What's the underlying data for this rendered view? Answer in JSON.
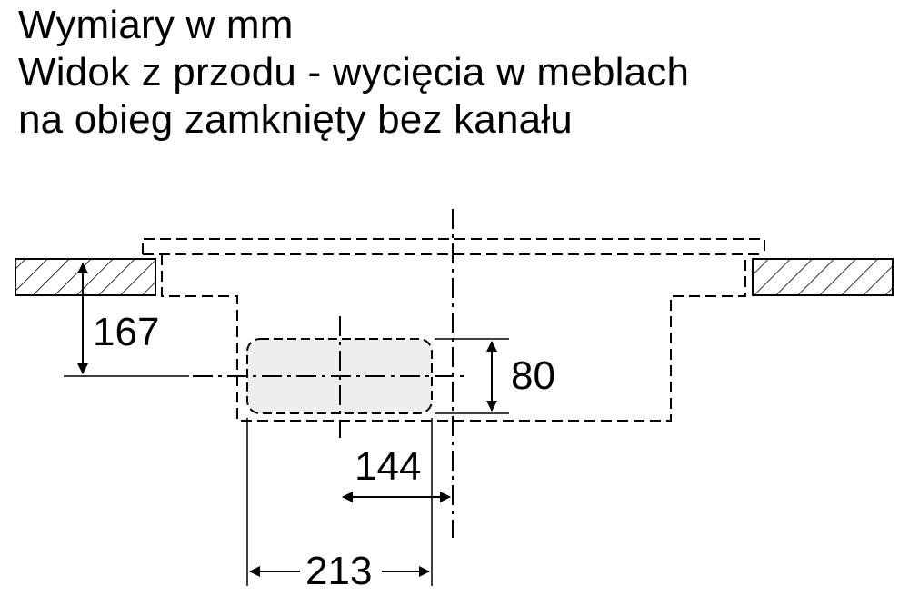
{
  "title": {
    "line1": "Wymiary w mm",
    "line2": "Widok z przodu - wycięcia w meblach",
    "line3": "na obieg zamknięty bez kanału"
  },
  "dimensions": {
    "height_167": "167",
    "height_80": "80",
    "width_144": "144",
    "width_213": "213"
  },
  "colors": {
    "line": "#000000",
    "duct_fill": "#eeeeee",
    "background": "#ffffff"
  }
}
